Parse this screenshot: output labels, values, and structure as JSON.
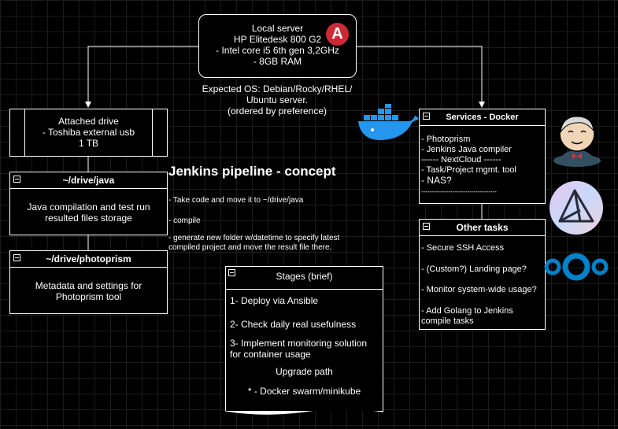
{
  "local_server": {
    "lines": [
      "Local server",
      "HP Elitedesk 800 G2",
      "- Intel core i5 6th gen 3,2GHz",
      "- 8GB RAM"
    ]
  },
  "expected_os": {
    "lines": [
      "Expected OS: Debian/Rocky/RHEL/",
      "Ubuntu server.",
      "(ordered by preference)"
    ]
  },
  "attached_drive": {
    "lines": [
      "Attached drive",
      "- Toshiba external usb",
      "1 TB"
    ]
  },
  "drive_java": {
    "title": "~/drive/java",
    "lines": [
      "Java compilation and test run",
      "resulted files storage"
    ]
  },
  "drive_photoprism": {
    "title": "~/drive/photoprism",
    "lines": [
      "Metadata and settings for",
      "Photoprism tool"
    ]
  },
  "pipeline": {
    "title": "Jenkins pipeline - concept",
    "steps": [
      "- Take code and move it to ~/drive/java",
      "- compile",
      "- generate new folder w/datetime to specify latest",
      "compiled project and move the result file there."
    ]
  },
  "stages": {
    "title": "Stages (brief)",
    "items": [
      "1- Deploy via Ansible",
      "2- Check daily real usefulness",
      "3- Implement monitoring solution",
      "for container usage"
    ],
    "upgrade_title": "Upgrade path",
    "upgrade_item": "* - Docker swarm/minikube"
  },
  "services": {
    "title": "Services - Docker",
    "items": [
      "- Photoprism",
      "- Jenkins Java compiler",
      "------  NextCloud  ------",
      "- Task/Project mgmt. tool",
      "- NAS?",
      "------------------------------------"
    ]
  },
  "other_tasks": {
    "title": "Other tasks",
    "items": [
      "- Secure SSH Access",
      "- (Custom?) Landing page?",
      "- Monitor system-wide usage?",
      "- Add Golang to Jenkins",
      "compile tasks"
    ]
  },
  "icons": {
    "ansible": {
      "letter": "A",
      "color": "#cc2936"
    },
    "docker": {
      "color": "#2496ed"
    },
    "jenkins": {
      "color": "#d33833"
    },
    "photoprism": {
      "color": "#c8c0f0"
    },
    "nextcloud": {
      "color": "#0082c9"
    }
  }
}
